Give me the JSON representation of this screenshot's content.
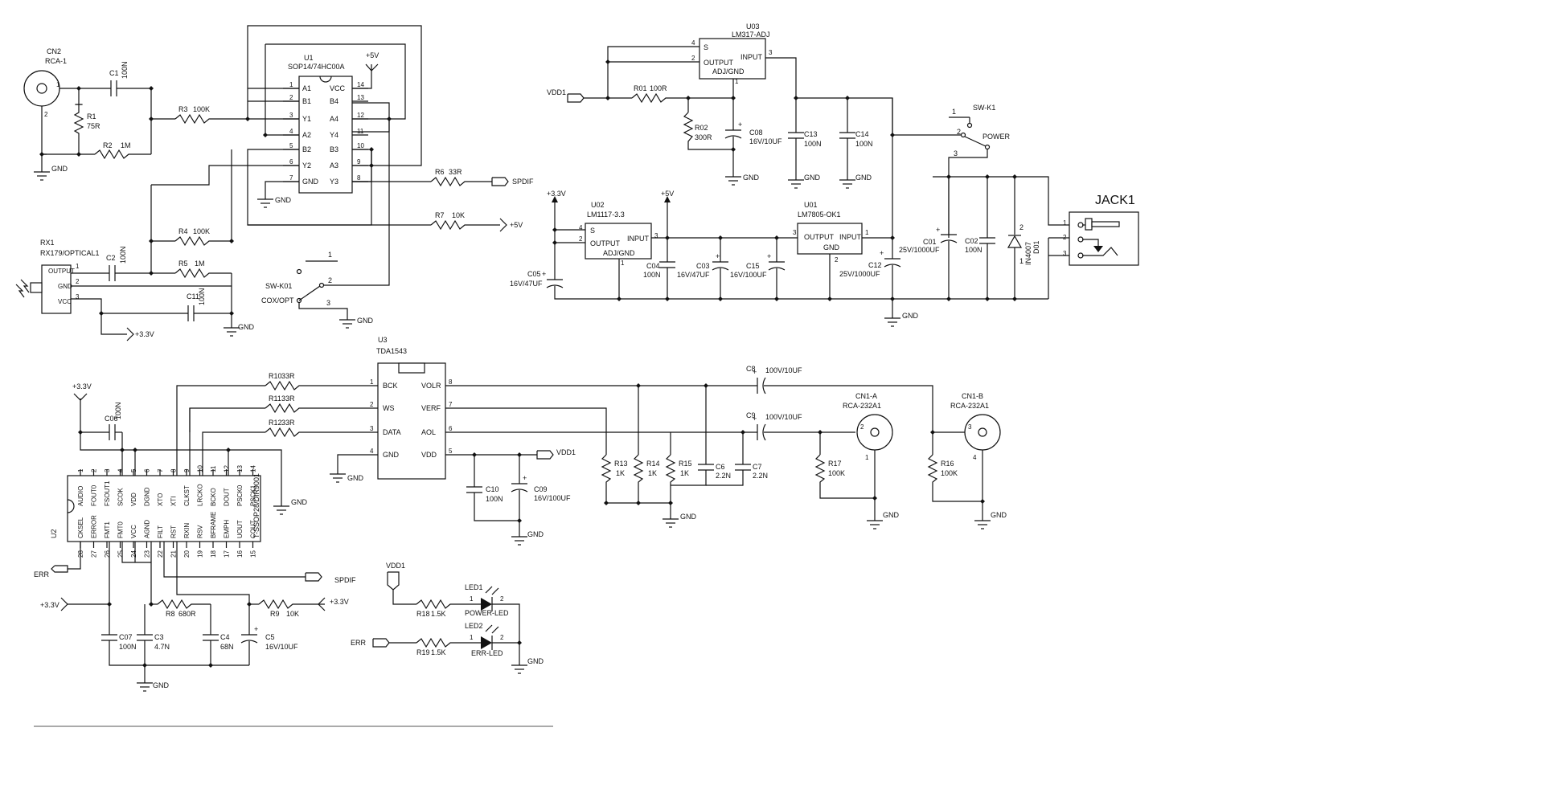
{
  "parts": {
    "cn2": {
      "ref": "CN2",
      "type": "RCA-1",
      "p1": "1",
      "p2": "2"
    },
    "c1": {
      "ref": "C1",
      "val": "100N"
    },
    "r1": {
      "ref": "R1",
      "val": "75R"
    },
    "r2": {
      "ref": "R2",
      "val": "1M"
    },
    "r3": {
      "ref": "R3",
      "val": "100K"
    },
    "r4": {
      "ref": "R4",
      "val": "100K"
    },
    "r5": {
      "ref": "R5",
      "val": "1M"
    },
    "c2": {
      "ref": "C2",
      "val": "100N"
    },
    "c11": {
      "ref": "C11",
      "val": "100N"
    },
    "rx1": {
      "ref": "RX1",
      "type": "RX179/OPTICAL1",
      "output": "OUTPUT",
      "gnd": "GND",
      "vcc": "VCC",
      "p1": "1",
      "p2": "2",
      "p3": "3"
    },
    "u1": {
      "ref": "U1",
      "type": "SOP14/74HC00A",
      "left": [
        "A1",
        "B1",
        "Y1",
        "A2",
        "B2",
        "Y2",
        "GND"
      ],
      "leftn": [
        "1",
        "2",
        "3",
        "4",
        "5",
        "6",
        "7"
      ],
      "right": [
        "VCC",
        "B4",
        "A4",
        "Y4",
        "B3",
        "A3",
        "Y3"
      ],
      "rightn": [
        "14",
        "13",
        "12",
        "11",
        "10",
        "9",
        "8"
      ]
    },
    "r6": {
      "ref": "R6",
      "val": "33R"
    },
    "r7": {
      "ref": "R7",
      "val": "10K"
    },
    "swk01": {
      "ref": "SW-K01",
      "label": "COX/OPT",
      "p1": "1",
      "p2": "2",
      "p3": "3"
    },
    "u03": {
      "ref": "U03",
      "type": "LM317-ADJ",
      "s": "S",
      "output": "OUTPUT",
      "input": "INPUT",
      "adj": "ADJ/GND",
      "p1": "1",
      "p2": "2",
      "p3": "3",
      "p4": "4"
    },
    "r01": {
      "ref": "R01",
      "val": "100R"
    },
    "r02": {
      "ref": "R02",
      "val": "300R"
    },
    "c08": {
      "ref": "C08",
      "val": "16V/10UF"
    },
    "c13": {
      "ref": "C13",
      "val": "100N"
    },
    "c14": {
      "ref": "C14",
      "val": "100N"
    },
    "swk1": {
      "ref": "SW-K1",
      "label": "POWER",
      "p1": "1",
      "p2": "2",
      "p3": "3"
    },
    "jack1": {
      "ref": "JACK1",
      "p1": "1",
      "p2": "2",
      "p3": "3"
    },
    "u02": {
      "ref": "U02",
      "type": "LM1117-3.3",
      "s": "S",
      "output": "OUTPUT",
      "input": "INPUT",
      "adj": "ADJ/GND",
      "p1": "1",
      "p2": "2",
      "p3": "3",
      "p4": "4"
    },
    "u01": {
      "ref": "U01",
      "type": "LM7805-OK1",
      "output": "OUTPUT",
      "input": "INPUT",
      "gnd": "GND",
      "p1": "1",
      "p2": "2",
      "p3": "3"
    },
    "c05": {
      "ref": "C05",
      "val": "16V/47UF"
    },
    "c04": {
      "ref": "C04",
      "val": "100N"
    },
    "c03": {
      "ref": "C03",
      "val": "16V/47UF"
    },
    "c15": {
      "ref": "C15",
      "val": "16V/100UF"
    },
    "c12": {
      "ref": "C12",
      "val": "25V/1000UF"
    },
    "c01": {
      "ref": "C01",
      "val": "25V/1000UF"
    },
    "c02": {
      "ref": "C02",
      "val": "100N"
    },
    "d01": {
      "ref": "D01",
      "val": "IN4007",
      "p1": "1",
      "p2": "2"
    },
    "u3": {
      "ref": "U3",
      "type": "TDA1543",
      "left": [
        "BCK",
        "WS",
        "DATA",
        "GND"
      ],
      "leftn": [
        "1",
        "2",
        "3",
        "4"
      ],
      "right": [
        "VOLR",
        "VERF",
        "AOL",
        "VDD"
      ],
      "rightn": [
        "8",
        "7",
        "6",
        "5"
      ]
    },
    "r10": {
      "ref": "R10",
      "val": "33R"
    },
    "r11": {
      "ref": "R11",
      "val": "33R"
    },
    "r12": {
      "ref": "R12",
      "val": "33R"
    },
    "c06": {
      "ref": "C06",
      "val": "100N"
    },
    "c10": {
      "ref": "C10",
      "val": "100N"
    },
    "c09": {
      "ref": "C09",
      "val": "16V/100UF"
    },
    "c8": {
      "ref": "C8",
      "val": "100V/10UF"
    },
    "c9": {
      "ref": "C9",
      "val": "100V/10UF"
    },
    "r13": {
      "ref": "R13",
      "val": "1K"
    },
    "r14": {
      "ref": "R14",
      "val": "1K"
    },
    "r15": {
      "ref": "R15",
      "val": "1K"
    },
    "c6": {
      "ref": "C6",
      "val": "2.2N"
    },
    "c7": {
      "ref": "C7",
      "val": "2.2N"
    },
    "cn1a": {
      "ref": "CN1-A",
      "type": "RCA-232A1",
      "p1": "1",
      "p2": "2"
    },
    "cn1b": {
      "ref": "CN1-B",
      "type": "RCA-232A1",
      "p3": "3",
      "p4": "4"
    },
    "r17": {
      "ref": "R17",
      "val": "100K"
    },
    "r16": {
      "ref": "R16",
      "val": "100K"
    },
    "u2": {
      "ref": "U2",
      "type": "T-SSOP28/DIR9001",
      "top": [
        "AUDIO",
        "FOUT0",
        "FSOUT1",
        "SCOK",
        "VDD",
        "DGND",
        "XTO",
        "XTI",
        "CLKST",
        "LRCKO",
        "BCKO",
        "DOUT",
        "PSCK0",
        "PSCK1"
      ],
      "topn": [
        "1",
        "2",
        "3",
        "4",
        "5",
        "6",
        "7",
        "8",
        "9",
        "10",
        "11",
        "12",
        "13",
        "14"
      ],
      "bottom": [
        "CKSEL",
        "ERROR",
        "FMT1",
        "FMT0",
        "VCC",
        "AGND",
        "FILT",
        "RST",
        "RXIN",
        "RSV",
        "BFRAME",
        "EMPH",
        "UOUT",
        "COUT"
      ],
      "bottomn": [
        "28",
        "27",
        "26",
        "25",
        "24",
        "23",
        "22",
        "21",
        "20",
        "19",
        "18",
        "17",
        "16",
        "15"
      ]
    },
    "r8": {
      "ref": "R8",
      "val": "680R"
    },
    "r9": {
      "ref": "R9",
      "val": "10K"
    },
    "c07": {
      "ref": "C07",
      "val": "100N"
    },
    "c3": {
      "ref": "C3",
      "val": "4.7N"
    },
    "c4": {
      "ref": "C4",
      "val": "68N"
    },
    "c5": {
      "ref": "C5",
      "val": "16V/10UF"
    },
    "r18": {
      "ref": "R18",
      "val": "1.5K"
    },
    "r19": {
      "ref": "R19",
      "val": "1.5K"
    },
    "led1": {
      "ref": "LED1",
      "label": "POWER-LED",
      "p1": "1",
      "p2": "2"
    },
    "led2": {
      "ref": "LED2",
      "label": "ERR-LED",
      "p1": "1",
      "p2": "2"
    }
  },
  "nets": {
    "gnd": "GND",
    "v5": "+5V",
    "v33": "+3.3V",
    "vdd1": "VDD1",
    "spdif": "SPDIF",
    "err": "ERR",
    "err_short": "ERR"
  }
}
